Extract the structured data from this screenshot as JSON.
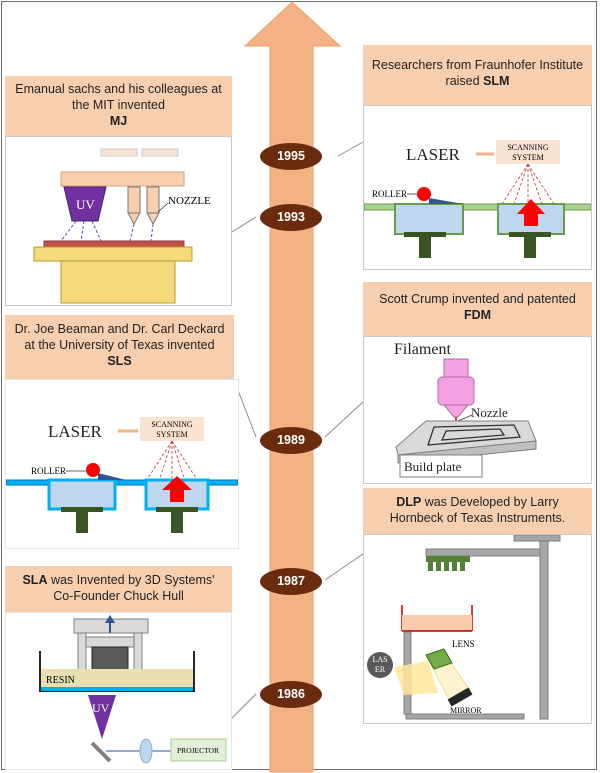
{
  "years": [
    "1995",
    "1993",
    "1989",
    "1987",
    "1986"
  ],
  "captions": {
    "mj": {
      "text": "Emanual sachs and his colleagues at the MIT invented",
      "bold": "MJ"
    },
    "slm": {
      "text": "Researchers from Fraunhofer Institute raised",
      "bold": "SLM"
    },
    "sls": {
      "text": "Dr. Joe Beaman and Dr. Carl Deckard at the University of Texas invented",
      "bold": "SLS"
    },
    "fdm": {
      "text": "Scott Crump invented and patented",
      "bold": "FDM"
    },
    "dlp": {
      "bold": "DLP",
      "text": "was Developed by Larry Hornbeck of Texas Instruments."
    },
    "sla": {
      "bold": "SLA",
      "text": "was Invented by 3D Systems' Co-Founder Chuck Hull"
    }
  },
  "labels": {
    "uv": "UV",
    "nozzle_caps": "NOZZLE",
    "laser": "LASER",
    "scanning_1": "SCANNING",
    "scanning_2": "SYSTEM",
    "roller": "ROLLER",
    "filament": "Filament",
    "nozzle": "Nozzle",
    "build_plate": "Build plate",
    "resin": "RESIN",
    "projector": "PROJECTOR",
    "lens": "LENS",
    "laser_las": "LAS",
    "laser_er": "ER",
    "mirror": "MIRROR"
  },
  "colors": {
    "arrow": "#f4b183",
    "year_bubble": "#6b2b0e",
    "caption_bg": "#f8cfae",
    "uv_purple": "#7030a0",
    "red": "#ff0000",
    "blue": "#00b0f0"
  }
}
